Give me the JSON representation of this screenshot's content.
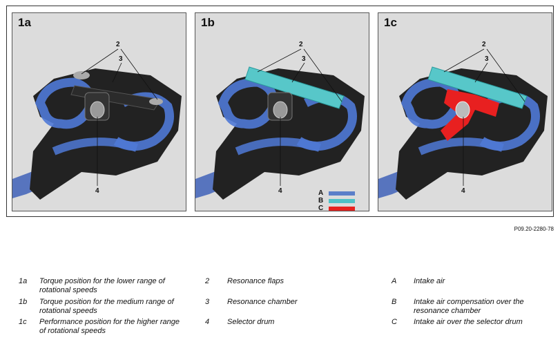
{
  "panels": [
    {
      "label": "1a",
      "callouts": {
        "c2": "2",
        "c3": "3",
        "c4": "4"
      }
    },
    {
      "label": "1b",
      "callouts": {
        "c2": "2",
        "c3": "3",
        "c4": "4"
      }
    },
    {
      "label": "1c",
      "callouts": {
        "c2": "2",
        "c3": "3",
        "c4": "4"
      }
    }
  ],
  "legend": [
    {
      "key": "A",
      "color": "#5b7fc9"
    },
    {
      "key": "B",
      "color": "#4fc2c7"
    },
    {
      "key": "C",
      "color": "#e8231f"
    }
  ],
  "colors": {
    "intake_blue": "#4f79d6",
    "resonance_cyan": "#57c7c9",
    "selector_red": "#e82020",
    "housing_dark": "#222222"
  },
  "figure_ref": "P09.20-2280-78",
  "captions": {
    "col1": [
      {
        "code": "1a",
        "text": "Torque position for the lower range of rotational speeds"
      },
      {
        "code": "1b",
        "text": "Torque position for the medium range of rotational speeds"
      },
      {
        "code": "1c",
        "text": "Performance position for the higher range of rotational speeds"
      }
    ],
    "col2": [
      {
        "code": "2",
        "text": "Resonance flaps"
      },
      {
        "code": "3",
        "text": "Resonance chamber"
      },
      {
        "code": "4",
        "text": "Selector drum"
      }
    ],
    "col3": [
      {
        "code": "A",
        "text": "Intake air"
      },
      {
        "code": "B",
        "text": "Intake air compensation over the resonance chamber"
      },
      {
        "code": "C",
        "text": "Intake air over the selector drum"
      }
    ]
  }
}
